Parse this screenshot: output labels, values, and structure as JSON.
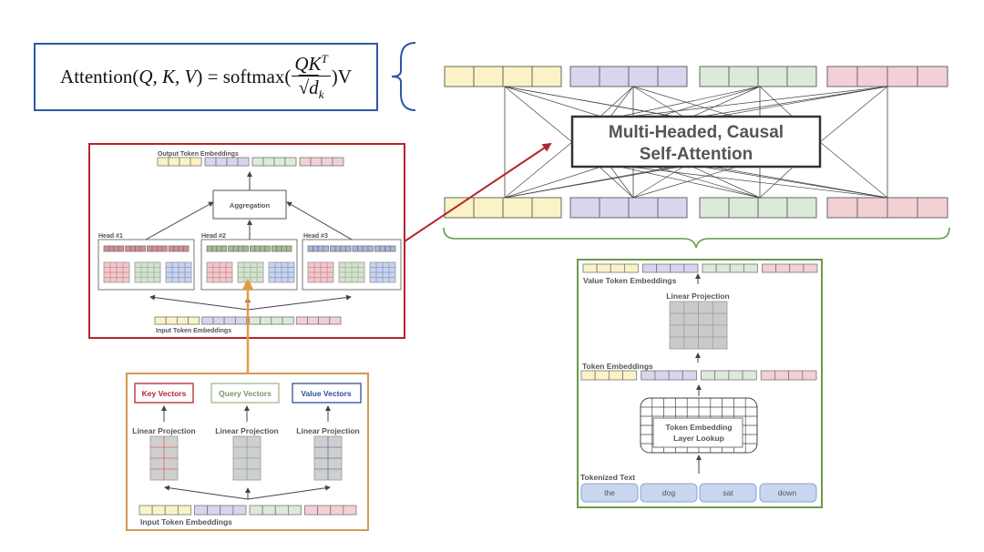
{
  "formula": {
    "lhs": "Attention(",
    "args": "Q, K, V",
    "eq": ") = softmax(",
    "num_base": "QK",
    "num_sup": "T",
    "den_root": "√d",
    "den_sub": "k",
    "tail": ")V"
  },
  "attention_block": {
    "title_line1": "Multi-Headed, Causal",
    "title_line2": "Self-Attention"
  },
  "multi_head": {
    "output_label": "Output Token Embeddings",
    "aggregation": "Aggregation",
    "heads": [
      "Head #1",
      "Head #2",
      "Head #3"
    ],
    "input_label": "Input Token Embeddings"
  },
  "qkv": {
    "key": "Key Vectors",
    "query": "Query Vectors",
    "value": "Value Vectors",
    "projection": "Linear Projection",
    "input_label": "Input Token Embeddings"
  },
  "value_pipeline": {
    "value_label": "Value Token Embeddings",
    "projection": "Linear Projection",
    "token_emb_label": "Token Embeddings",
    "lookup_line1": "Token Embedding",
    "lookup_line2": "Layer Lookup",
    "tokenized_label": "Tokenized Text",
    "tokens": [
      "the",
      "dog",
      "sat",
      "down"
    ]
  },
  "colors": {
    "token_fills": [
      "#fbf3c6",
      "#d8d5ee",
      "#dcebd9",
      "#f2d0d6"
    ],
    "formula_border": "#2b58a6",
    "multi_head_border": "#b3262a",
    "qkv_border": "#d49a52",
    "value_border": "#6a9a4a",
    "key": "#b3262a",
    "query": "#6f9a5e",
    "value": "#2f4f9a"
  }
}
